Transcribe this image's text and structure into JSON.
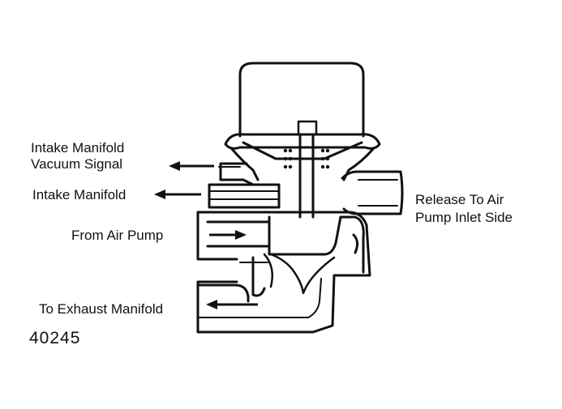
{
  "labels": {
    "intake_vacuum_line1": "Intake Manifold",
    "intake_vacuum_line2": "Vacuum Signal",
    "intake_manifold": "Intake Manifold",
    "from_air_pump": "From Air Pump",
    "to_exhaust": "To Exhaust Manifold",
    "release_line1": "Release To Air",
    "release_line2": "Pump Inlet Side"
  },
  "figure_id": "40245",
  "colors": {
    "ink": "#111111",
    "paper": "#ffffff"
  },
  "arrows": {
    "intake_vacuum": "left",
    "intake_manifold": "left",
    "from_air_pump": "right",
    "to_exhaust": "left"
  }
}
